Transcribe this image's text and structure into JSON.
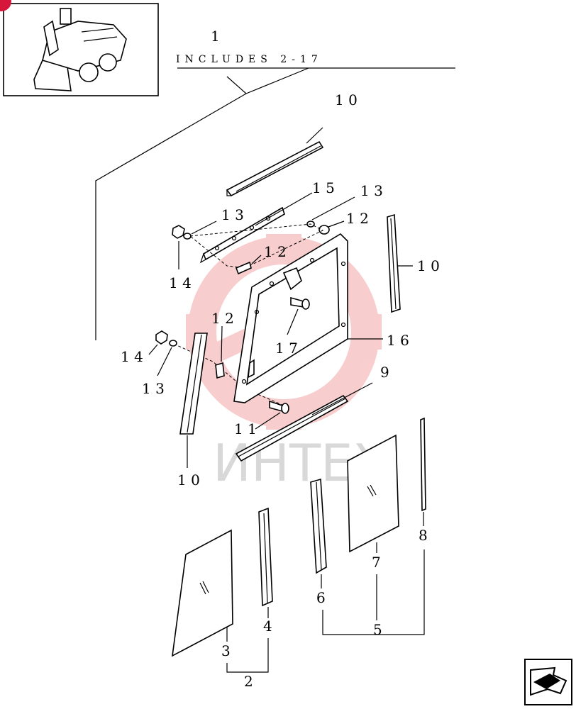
{
  "colors": {
    "line": "#000000",
    "watermark_red": "#f4a6a6",
    "watermark_gray": "#d8d8d8",
    "badge": "#d6173b"
  },
  "watermark": {
    "text": "ИНТЕХ"
  },
  "thumbnail": {
    "icon": "skid-steer-loader-icon"
  },
  "nav": {
    "icon": "next-page-arrow-icon"
  },
  "labels": {
    "l1": "1",
    "includes": "INCLUDES 2-17",
    "l10_top": "1 0",
    "l15": "1 5",
    "l13_top_right": "1 3",
    "l13_top_left": "1 3",
    "l12_right": "1 2",
    "l10_right": "1 0",
    "l12_mid": "1 2",
    "l14_top": "1 4",
    "l12_left": "1 2",
    "l17": "1 7",
    "l16": "1 6",
    "l14_left": "1 4",
    "l13_left": "1 3",
    "l9": "9",
    "l11": "1 1",
    "l10_bottom": "1 0",
    "l8": "8",
    "l7": "7",
    "l6": "6",
    "l5": "5",
    "l4": "4",
    "l3": "3",
    "l2": "2"
  }
}
